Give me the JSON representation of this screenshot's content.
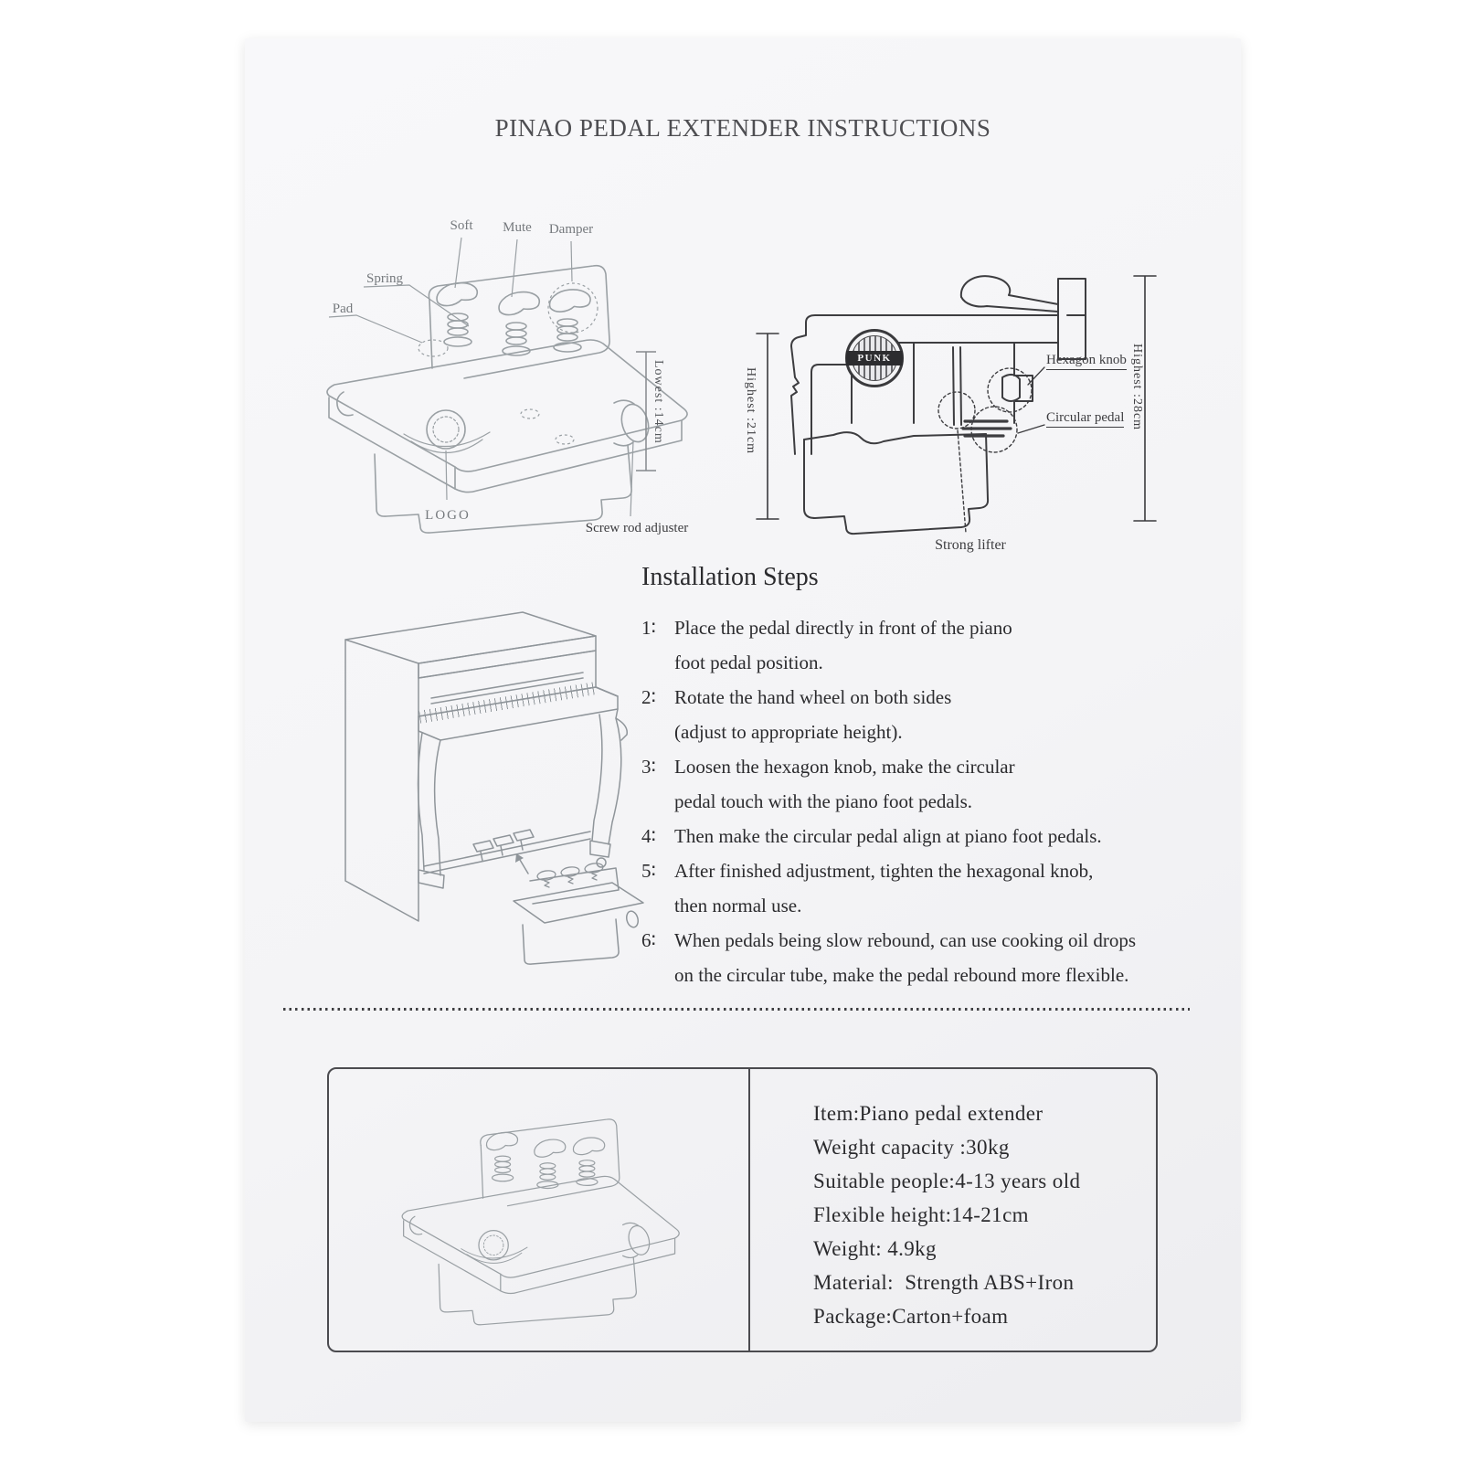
{
  "title": "PINAO PEDAL EXTENDER INSTRUCTIONS",
  "front_diagram": {
    "soft": "Soft",
    "mute": "Mute",
    "damper": "Damper",
    "spring": "Spring",
    "pad": "Pad",
    "logo": "LOGO",
    "screw_rod_adjuster": "Screw rod adjuster",
    "dimension": "Lowest :14cm"
  },
  "side_diagram": {
    "brand": "PUNK",
    "hexagon_knob": "Hexagon knob",
    "circular_pedal": "Circular pedal",
    "strong_lifter": "Strong lifter",
    "dimension_left": "Highest :21cm",
    "dimension_right": "Highest :28cm"
  },
  "installation": {
    "heading": "Installation Steps",
    "steps": [
      {
        "num": "1∶",
        "line1": "Place the pedal directly in front of the piano",
        "line2": "foot pedal position."
      },
      {
        "num": "2∶",
        "line1": "Rotate the hand wheel on both sides",
        "line2": "(adjust to appropriate height)."
      },
      {
        "num": "3∶",
        "line1": "Loosen the hexagon knob, make the circular",
        "line2": "pedal touch with the piano foot pedals."
      },
      {
        "num": "4∶",
        "line1": "Then make the circular pedal align at piano foot pedals."
      },
      {
        "num": "5∶",
        "line1": "After finished adjustment, tighten the hexagonal knob,",
        "line2": "then normal use."
      },
      {
        "num": "6∶",
        "line1": "When pedals being slow rebound, can use cooking oil drops",
        "line2": "on the circular tube, make the pedal rebound more flexible."
      }
    ]
  },
  "specs": {
    "lines": [
      "Item:Piano pedal extender",
      "Weight capacity :30kg",
      "Suitable people:4-13 years old",
      "Flexible height:14-21cm",
      "Weight: 4.9kg",
      "Material:  Strength ABS+Iron",
      "Package:Carton+foam"
    ]
  }
}
